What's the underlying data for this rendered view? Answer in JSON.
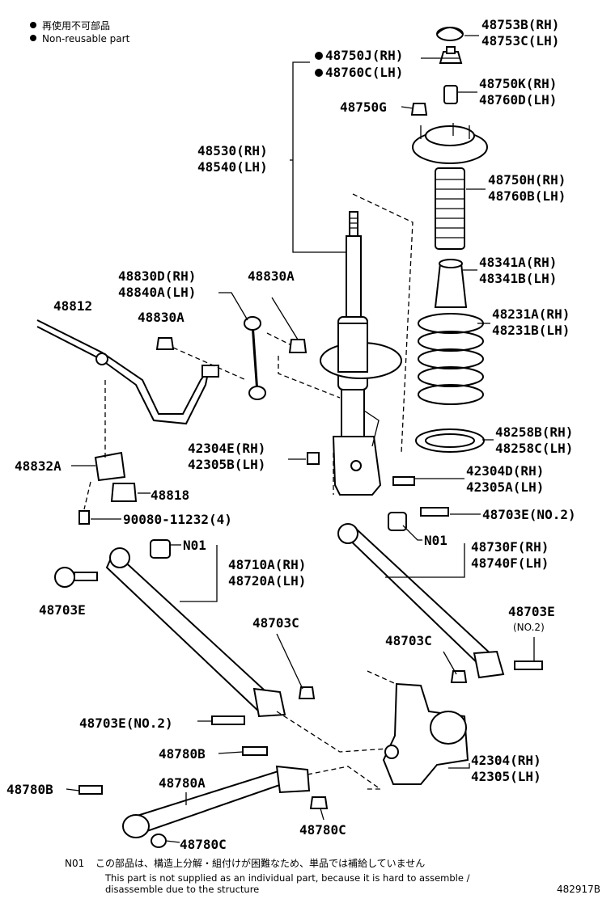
{
  "legend": {
    "jp": "再使用不可部品",
    "en": "Non-reusable part"
  },
  "labels": {
    "p48753": [
      "48753B(RH)",
      "48753C(LH)"
    ],
    "p48750J": [
      "48750J(RH)",
      "48760C(LH)"
    ],
    "p48750K": [
      "48750K(RH)",
      "48760D(LH)"
    ],
    "p48750G": "48750G",
    "p48530": [
      "48530(RH)",
      "48540(LH)"
    ],
    "p48750H": [
      "48750H(RH)",
      "48760B(LH)"
    ],
    "p48341": [
      "48341A(RH)",
      "48341B(LH)"
    ],
    "p48830D": [
      "48830D(RH)",
      "48840A(LH)"
    ],
    "p48830A_top": "48830A",
    "p48812": "48812",
    "p48830A": "48830A",
    "p48231": [
      "48231A(RH)",
      "48231B(LH)"
    ],
    "p48258": [
      "48258B(RH)",
      "48258C(LH)"
    ],
    "p42304E": [
      "42304E(RH)",
      "42305B(LH)"
    ],
    "p48832A": "48832A",
    "p42304D": [
      "42304D(RH)",
      "42305A(LH)"
    ],
    "p48818": "48818",
    "p90080": "90080-11232(4)",
    "p48703E_no2_top": "48703E(NO.2)",
    "n01_a": "N01",
    "n01_b": "N01",
    "p48710A": [
      "48710A(RH)",
      "48720A(LH)"
    ],
    "p48730F": [
      "48730F(RH)",
      "48740F(LH)"
    ],
    "p48703E_left": "48703E",
    "p48703E_right": "48703E",
    "p48703E_right_sub": "(NO.2)",
    "p48703C_mid": "48703C",
    "p48703C_right": "48703C",
    "p48703E_no2_bottom": "48703E(NO.2)",
    "p48780B_mid": "48780B",
    "p42304": [
      "42304(RH)",
      "42305(LH)"
    ],
    "p48780A": "48780A",
    "p48780B_left": "48780B",
    "p48780C_bottom": "48780C",
    "p48780C_right": "48780C"
  },
  "footnote": {
    "code": "N01",
    "jp": "この部品は、構造上分解・組付けが困難なため、単品では補給していません",
    "en_line1": "This part is not supplied as an individual part, because it is hard to assemble /",
    "en_line2": "disassemble due to the structure"
  },
  "figure_id": "482917B"
}
